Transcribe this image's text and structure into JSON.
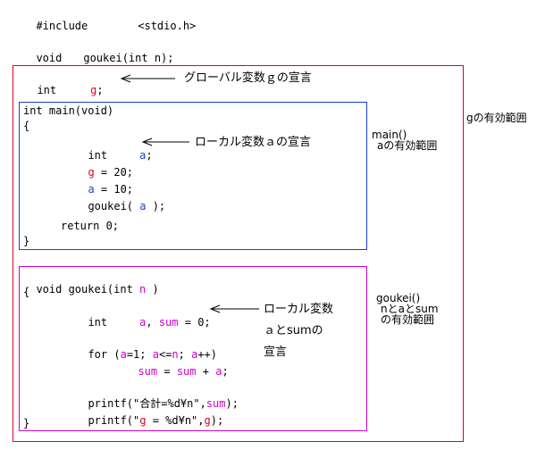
{
  "header": {
    "include_kw": "#include",
    "include_file": "<stdio.h>",
    "proto_type": "void",
    "proto_sig": "goukei(int n);"
  },
  "global": {
    "type": "int",
    "var": "g",
    "semi": ";",
    "annotation": "グローバル変数ｇの宣言",
    "scope_label": "gの有効範囲"
  },
  "main_block": {
    "sig": "int main(void)",
    "open": "{",
    "decl_type": "int",
    "decl_var": "a",
    "decl_semi": ";",
    "decl_annotation": "ローカル変数ａの宣言",
    "l2_var": "g",
    "l2_rest": " = 20;",
    "l3_var": "a",
    "l3_rest": " = 10;",
    "l4_pre": "goukei( ",
    "l4_var": "a",
    "l4_post": " );",
    "ret": "return 0;",
    "close": "}",
    "scope_l1": "main()",
    "scope_l2": "aの有効範囲"
  },
  "goukei_block": {
    "sig_pre": "void goukei(int ",
    "sig_var": "n",
    "sig_post": " )",
    "open": "{",
    "decl_type": "int",
    "decl_a": "a",
    "decl_comma": ", ",
    "decl_sum": "sum",
    "decl_rest": " = 0;",
    "ann1": "ローカル変数",
    "ann2": "ａとsumの",
    "ann3": "宣言",
    "for_pre": "for (",
    "for_a1": "a",
    "for_m1": "=1; ",
    "for_a2": "a",
    "for_m2": "<=",
    "for_n": "n",
    "for_m3": "; ",
    "for_a3": "a",
    "for_post": "++)",
    "sum_lhs": "sum",
    "sum_mid": " = ",
    "sum_rhs": "sum",
    "sum_plus": " + ",
    "sum_a": "a",
    "sum_end": ";",
    "p1_pre": "printf(\"合計=%d¥n\",",
    "p1_sum": "sum",
    "p1_post": ");",
    "p2_pre": "printf(\"",
    "p2_g1": "g",
    "p2_mid": " = %d¥n\",",
    "p2_g2": "g",
    "p2_post": ");",
    "close": "}",
    "scope_l1": "goukei()",
    "scope_l2": "nとaとsum",
    "scope_l3": "の有効範囲"
  },
  "colors": {
    "outer_box": "#e0002a",
    "main_box": "#1a3fd6",
    "goukei_box": "#cc00cc"
  }
}
